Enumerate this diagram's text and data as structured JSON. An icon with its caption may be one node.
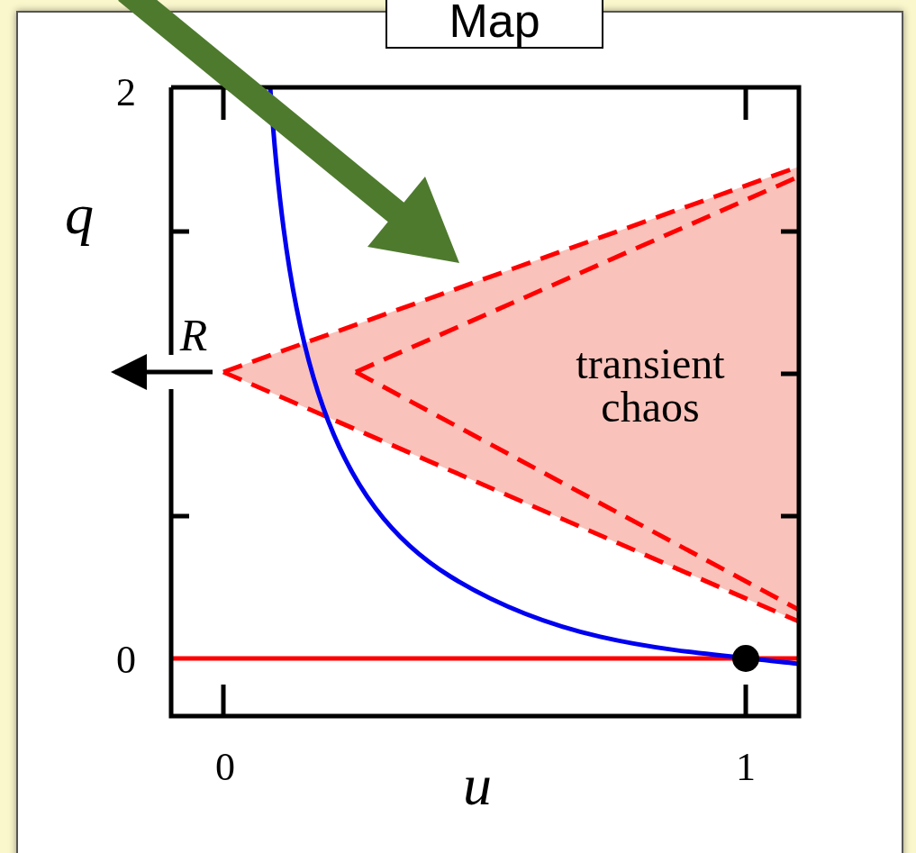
{
  "diagram": {
    "title": "Map",
    "labels": [
      "2",
      "q",
      "R",
      "transient chaos",
      "0",
      "0",
      "1",
      "u"
    ]
  }
}
